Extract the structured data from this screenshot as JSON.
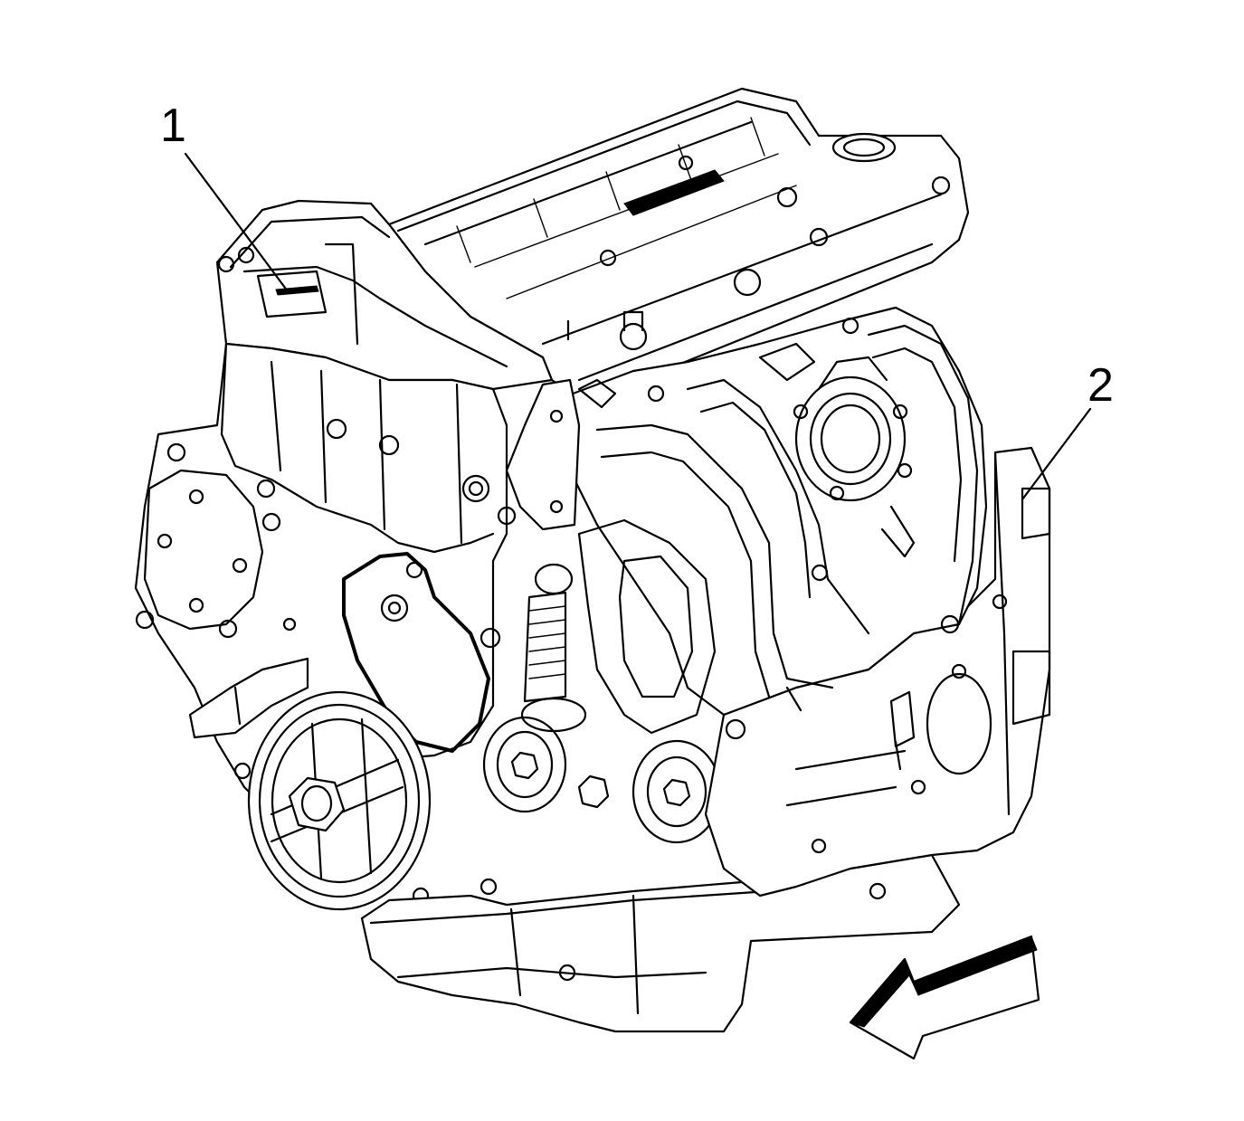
{
  "figure": {
    "type": "engine-assembly-line-illustration",
    "callouts": [
      {
        "id": "1",
        "label": "1"
      },
      {
        "id": "2",
        "label": "2"
      }
    ],
    "indicator": "direction-arrow",
    "colors": {
      "line": "#000000",
      "background": "#ffffff"
    }
  }
}
